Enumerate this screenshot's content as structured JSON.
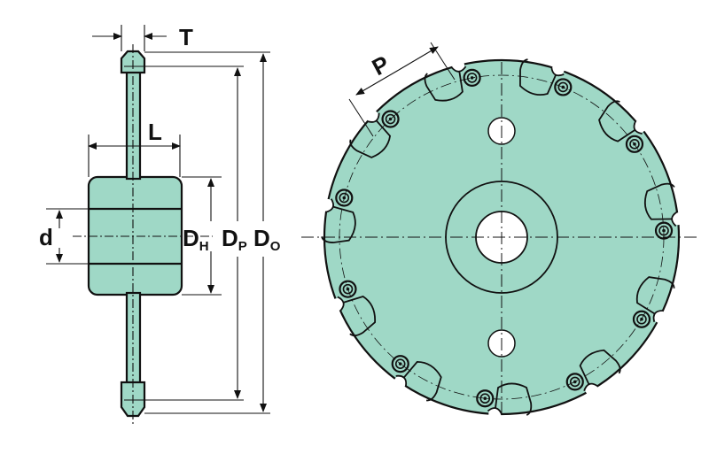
{
  "colors": {
    "fill": "#9fd8c6",
    "line": "#111111"
  },
  "side_view": {
    "labels": {
      "T": "T",
      "L": "L",
      "d": "d",
      "DH": {
        "main": "D",
        "sub": "H"
      },
      "DP": {
        "main": "D",
        "sub": "P"
      },
      "DO": {
        "main": "D",
        "sub": "O"
      }
    }
  },
  "front_view": {
    "teeth": 11,
    "labels": {
      "P": "P"
    }
  }
}
